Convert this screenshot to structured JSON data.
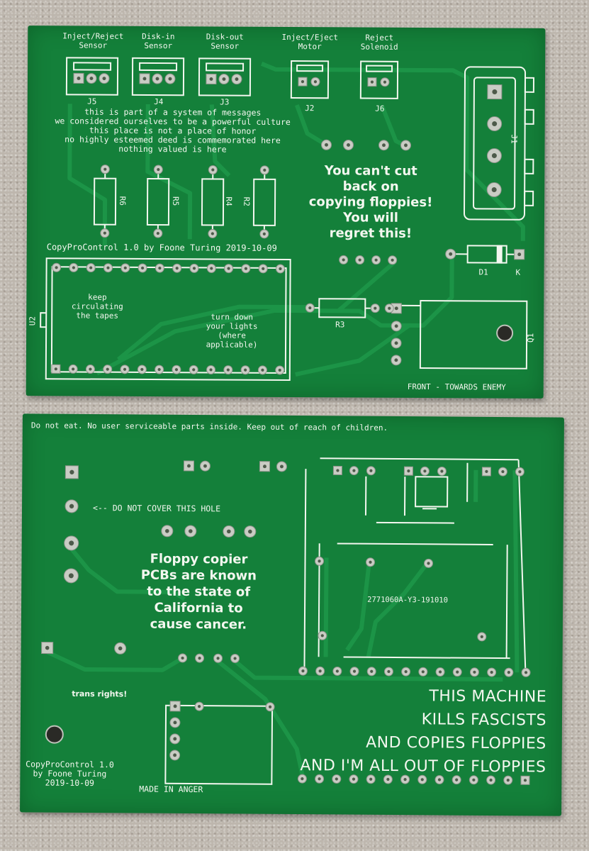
{
  "front_board": {
    "connector_labels": [
      {
        "name": "Inject/Reject\nSensor",
        "ref": "J5"
      },
      {
        "name": "Disk-in\nSensor",
        "ref": "J4"
      },
      {
        "name": "Disk-out\nSensor",
        "ref": "J3"
      },
      {
        "name": "Inject/Eject\nMotor",
        "ref": "J2"
      },
      {
        "name": "Reject\nSolenoid",
        "ref": "J6"
      }
    ],
    "power_connector_ref": "J1",
    "message_lines": [
      "this is part of a system of messages",
      "we considered ourselves to be a powerful culture",
      "this place is not a place of honor",
      "no highly esteemed deed is commemorated here",
      "nothing valued is here"
    ],
    "resistors": [
      "R6",
      "R5",
      "R4",
      "R2"
    ],
    "slogan": "You can't cut\nback on\ncopying floppies!\nYou will\nregret this!",
    "title": "CopyProControl 1.0 by Foone Turing 2019-10-09",
    "chip_ref": "U2",
    "chip_note_1": "keep\ncirculating\nthe tapes",
    "chip_note_2": "turn down\nyour lights\n(where\napplicable)",
    "r3_ref": "R3",
    "diode_ref": "D1",
    "diode_k": "K",
    "transistor_ref": "Q1",
    "footer": "FRONT - TOWARDS ENEMY"
  },
  "back_board": {
    "warning_top": "Do not eat. No user serviceable parts inside. Keep out of reach of children.",
    "hole_note": "<-- DO NOT COVER THIS HOLE",
    "cancer_warning": "Floppy copier\nPCBs are known\nto the state of\nCalifornia to\ncause cancer.",
    "part_number": "2771060A-Y3-191010",
    "trans_rights": "trans rights!",
    "big_lines": [
      "THIS MACHINE",
      "KILLS FASCISTS",
      "AND COPIES FLOPPIES",
      "AND I'M ALL OUT OF FLOPPIES"
    ],
    "credit": "CopyProControl 1.0\nby Foone Turing\n2019-10-09",
    "made_in": "MADE IN ANGER"
  },
  "colors": {
    "pcb_green": "#14803a",
    "silkscreen": "#f3f7ef",
    "pad_silver": "#c9ccc4",
    "trace": "#1a8e42"
  }
}
